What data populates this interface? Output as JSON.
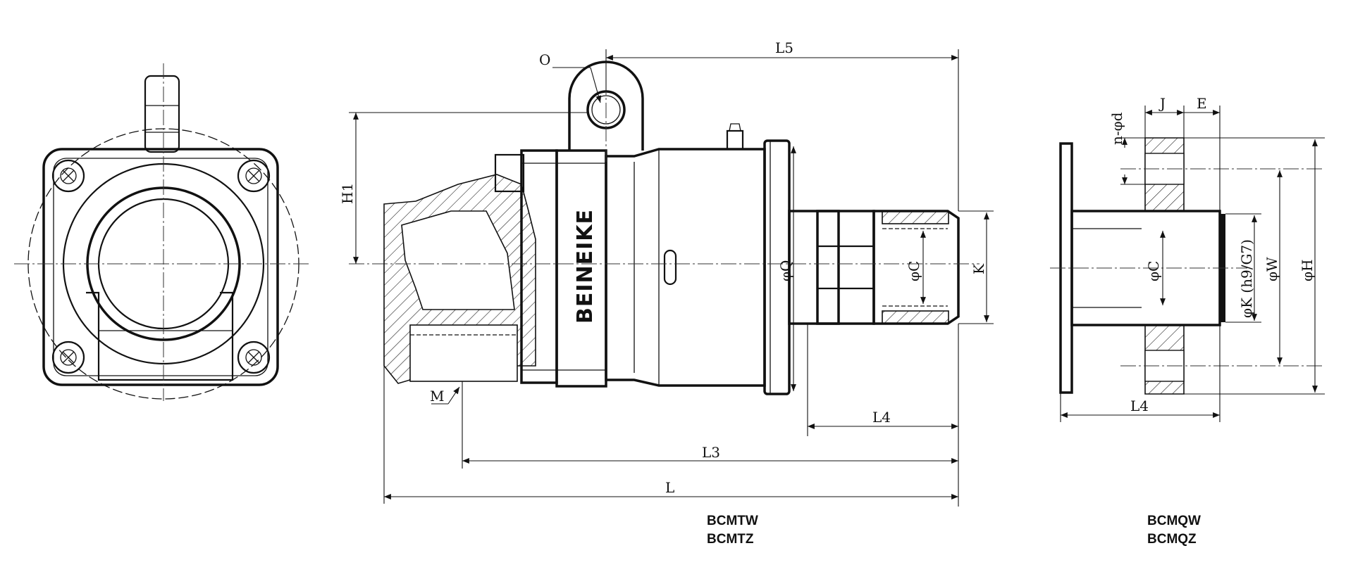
{
  "brand_text": "BEINEIKE",
  "labels": {
    "O": "O",
    "L5": "L5",
    "H1": "H1",
    "Q": "φQ",
    "C_mid": "φC",
    "K_mid": "K",
    "L4_mid": "L4",
    "L3": "L3",
    "L": "L",
    "M": "M",
    "nd": "n-φd",
    "J": "J",
    "E": "E",
    "C_right": "φC",
    "K_right": "φK (h9/G7)",
    "W": "φW",
    "H": "φH",
    "L4_right": "L4"
  },
  "models": {
    "middle_line1": "BCMTW",
    "middle_line2": "BCMTZ",
    "right_line1": "BCMQW",
    "right_line2": "BCMQZ"
  },
  "colors": {
    "line": "#111111",
    "background": "#ffffff"
  }
}
